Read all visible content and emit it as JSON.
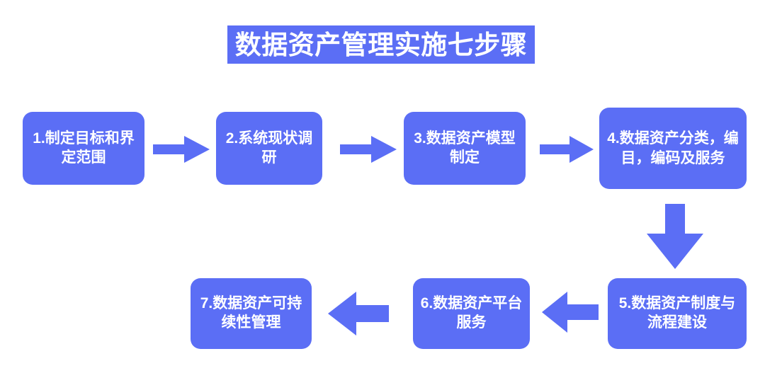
{
  "diagram": {
    "title": "数据资产管理实施七步骤",
    "accent_color": "#5b6ef5",
    "text_color": "#ffffff",
    "background_color": "#ffffff",
    "steps": [
      {
        "id": 1,
        "label": "1.制定目标和界定范围"
      },
      {
        "id": 2,
        "label": "2.系统现状调研"
      },
      {
        "id": 3,
        "label": "3.数据资产模型制定"
      },
      {
        "id": 4,
        "label": "4.数据资产分类，编目，编码及服务"
      },
      {
        "id": 5,
        "label": "5.数据资产制度与流程建设"
      },
      {
        "id": 6,
        "label": "6.数据资产平台服务"
      },
      {
        "id": 7,
        "label": "7.数据资产可持续性管理"
      }
    ],
    "connectors": [
      {
        "from": 1,
        "to": 2,
        "direction": "right"
      },
      {
        "from": 2,
        "to": 3,
        "direction": "right"
      },
      {
        "from": 3,
        "to": 4,
        "direction": "right"
      },
      {
        "from": 4,
        "to": 5,
        "direction": "down"
      },
      {
        "from": 5,
        "to": 6,
        "direction": "left"
      },
      {
        "from": 6,
        "to": 7,
        "direction": "left"
      }
    ]
  }
}
